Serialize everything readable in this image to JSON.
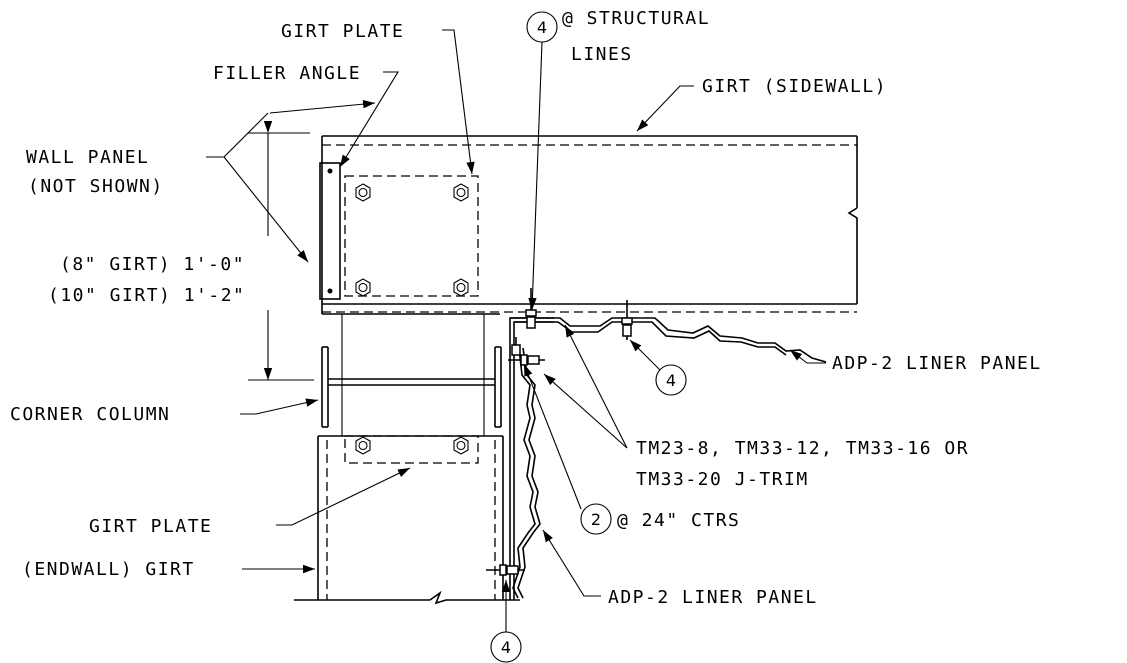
{
  "labels": {
    "girt_plate_top": "GIRT PLATE",
    "fastener_structural": "@ STRUCTURAL",
    "lines": "LINES",
    "filler_angle": "FILLER ANGLE",
    "girt_sidewall": "GIRT (SIDEWALL)",
    "wall_panel": "WALL PANEL",
    "not_shown": "(NOT SHOWN)",
    "dim_8": "(8\" GIRT) 1'-0\"",
    "dim_10": "(10\" GIRT) 1'-2\"",
    "liner_panel_right": "ADP-2 LINER PANEL",
    "corner_column": "CORNER COLUMN",
    "trim_line1": "TM23-8, TM33-12, TM33-16 OR",
    "trim_line2": "TM33-20 J-TRIM",
    "ctrs": "@ 24\" CTRS",
    "girt_plate_bottom": "GIRT PLATE",
    "endwall_girt": "(ENDWALL) GIRT",
    "liner_panel_bottom": "ADP-2 LINER PANEL"
  },
  "callouts": {
    "c1": "4",
    "c2": "4",
    "c3": "2",
    "c4": "4"
  }
}
